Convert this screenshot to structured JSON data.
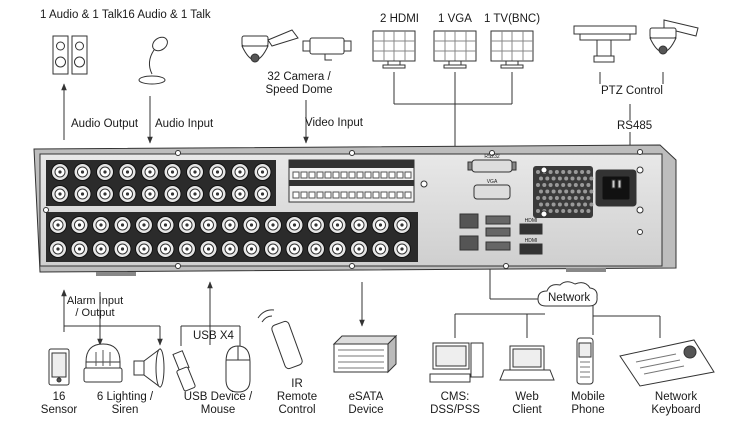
{
  "labels": {
    "audio_out_device": "1 Audio & 1 Talk",
    "audio_in_device": "16 Audio & 1 Talk",
    "camera_line1": "32 Camera /",
    "camera_line2": "Speed Dome",
    "hdmi": "2  HDMI",
    "vga": "1 VGA",
    "tv": "1 TV(BNC)",
    "audio_output": "Audio  Output",
    "audio_input": "Audio  Input",
    "video_input": "Video Input",
    "ptz_control": "PTZ Control",
    "rs485": "RS485",
    "alarm_line1": "Alarm Input",
    "alarm_line2": "/ Output",
    "usb_x4": "USB X4",
    "network": "Network",
    "sensor_count": "16",
    "sensor": "Sensor",
    "lighting_line1": "6 Lighting /",
    "lighting_line2": "Siren",
    "usb_device_line1": "USB Device /",
    "usb_device_line2": "Mouse",
    "ir": "IR",
    "remote": "Remote",
    "control": "Control",
    "esata": "eSATA",
    "esata_device": "Device",
    "cms": "CMS:",
    "dss_pss": "DSS/PSS",
    "web": "Web",
    "client": "Client",
    "mobile": "Mobile",
    "phone": "Phone",
    "network_kb_line1": "Network",
    "network_kb_line2": "Keyboard"
  },
  "panel": {
    "rs232_label": "RS232",
    "vga_port_label": "VGA",
    "hdmi_port_label": "HDMI"
  }
}
